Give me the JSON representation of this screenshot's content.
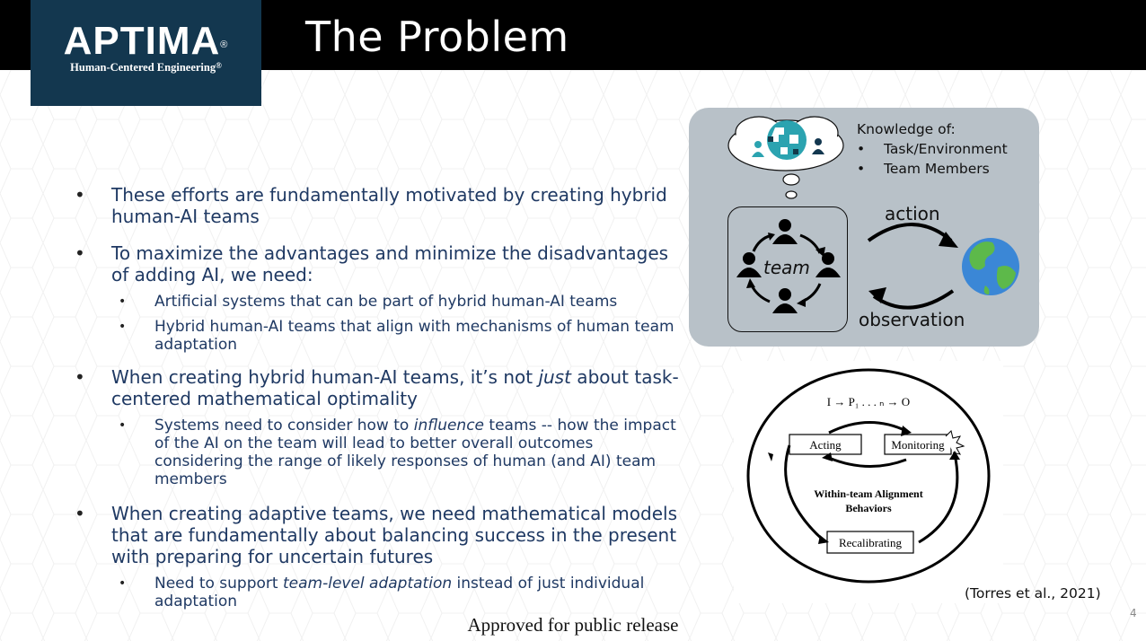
{
  "logo": {
    "name": "APTIMA",
    "tagline": "Human-Centered Engineering"
  },
  "slide": {
    "title": "The Problem",
    "page_number": "4",
    "footer": "Approved for public release"
  },
  "bullets": {
    "b1": "These efforts are fundamentally motivated by creating hybrid human-AI teams",
    "b2": "To maximize the advantages and minimize the disadvantages of adding AI, we need:",
    "b2_sub1": "Artificial systems that can be part of hybrid human-AI teams",
    "b2_sub2": "Hybrid human-AI teams that align with mechanisms of human team adaptation",
    "b3_pre": "When creating hybrid human-AI teams, it’s not ",
    "b3_em": "just",
    "b3_post": " about task-centered mathematical optimality",
    "b3_sub1_pre": "Systems need to consider how to ",
    "b3_sub1_em": "influence",
    "b3_sub1_post": " teams -- how the impact of the AI on the team will lead to better overall outcomes considering the range of likely responses of human (and AI) team members",
    "b4": "When creating adaptive teams, we need mathematical models that are fundamentally about balancing success in the present with preparing for uncertain futures",
    "b4_sub1_pre": "Need to support ",
    "b4_sub1_em": "team-level adaptation",
    "b4_sub1_post": " instead of just individual adaptation"
  },
  "team_diagram": {
    "knowledge_heading": "Knowledge of:",
    "knowledge_items": [
      "Task/Environment",
      "Team Members"
    ],
    "action_label": "action",
    "observation_label": "observation",
    "team_label": "team"
  },
  "alignment_diagram": {
    "formula": "I → P₁ . . . ₙ → O",
    "acting": "Acting",
    "monitoring": "Monitoring",
    "center_line1": "Within-team Alignment",
    "center_line2": "Behaviors",
    "recalibrating": "Recalibrating"
  },
  "citation": "(Torres et al., 2021)",
  "colors": {
    "header": "#000000",
    "logo_bg": "#13374f",
    "body_text": "#1f3963",
    "panel": "#b8c1c8",
    "teal": "#2ba3b0"
  }
}
